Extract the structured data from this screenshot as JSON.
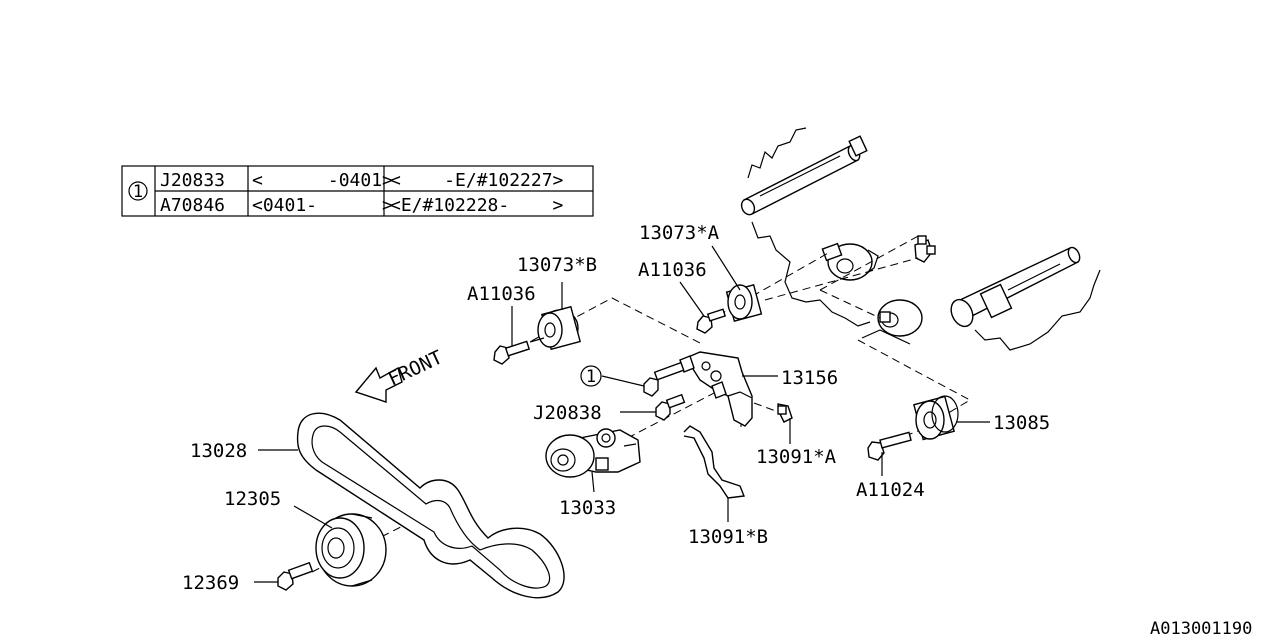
{
  "reference_table": {
    "marker": "1",
    "rows": [
      {
        "part_no": "J20833",
        "date_range": "<      -0401>",
        "frame_range": "<    -E/#102227>"
      },
      {
        "part_no": "A70846",
        "date_range": "<0401-      >",
        "frame_range": "<E/#102228-    >"
      }
    ]
  },
  "direction_label": "FRONT",
  "callouts": {
    "c13073b": "13073*B",
    "c13073a": "13073*A",
    "a11036_left": "A11036",
    "a11036_right": "A11036",
    "marker_1": "1",
    "c13156": "13156",
    "j20838": "J20838",
    "c13085": "13085",
    "c13091a": "13091*A",
    "a11024": "A11024",
    "c13028": "13028",
    "c12305": "12305",
    "c13033": "13033",
    "c13091b": "13091*B",
    "c12369": "12369"
  },
  "diagram_id": "A013001190"
}
